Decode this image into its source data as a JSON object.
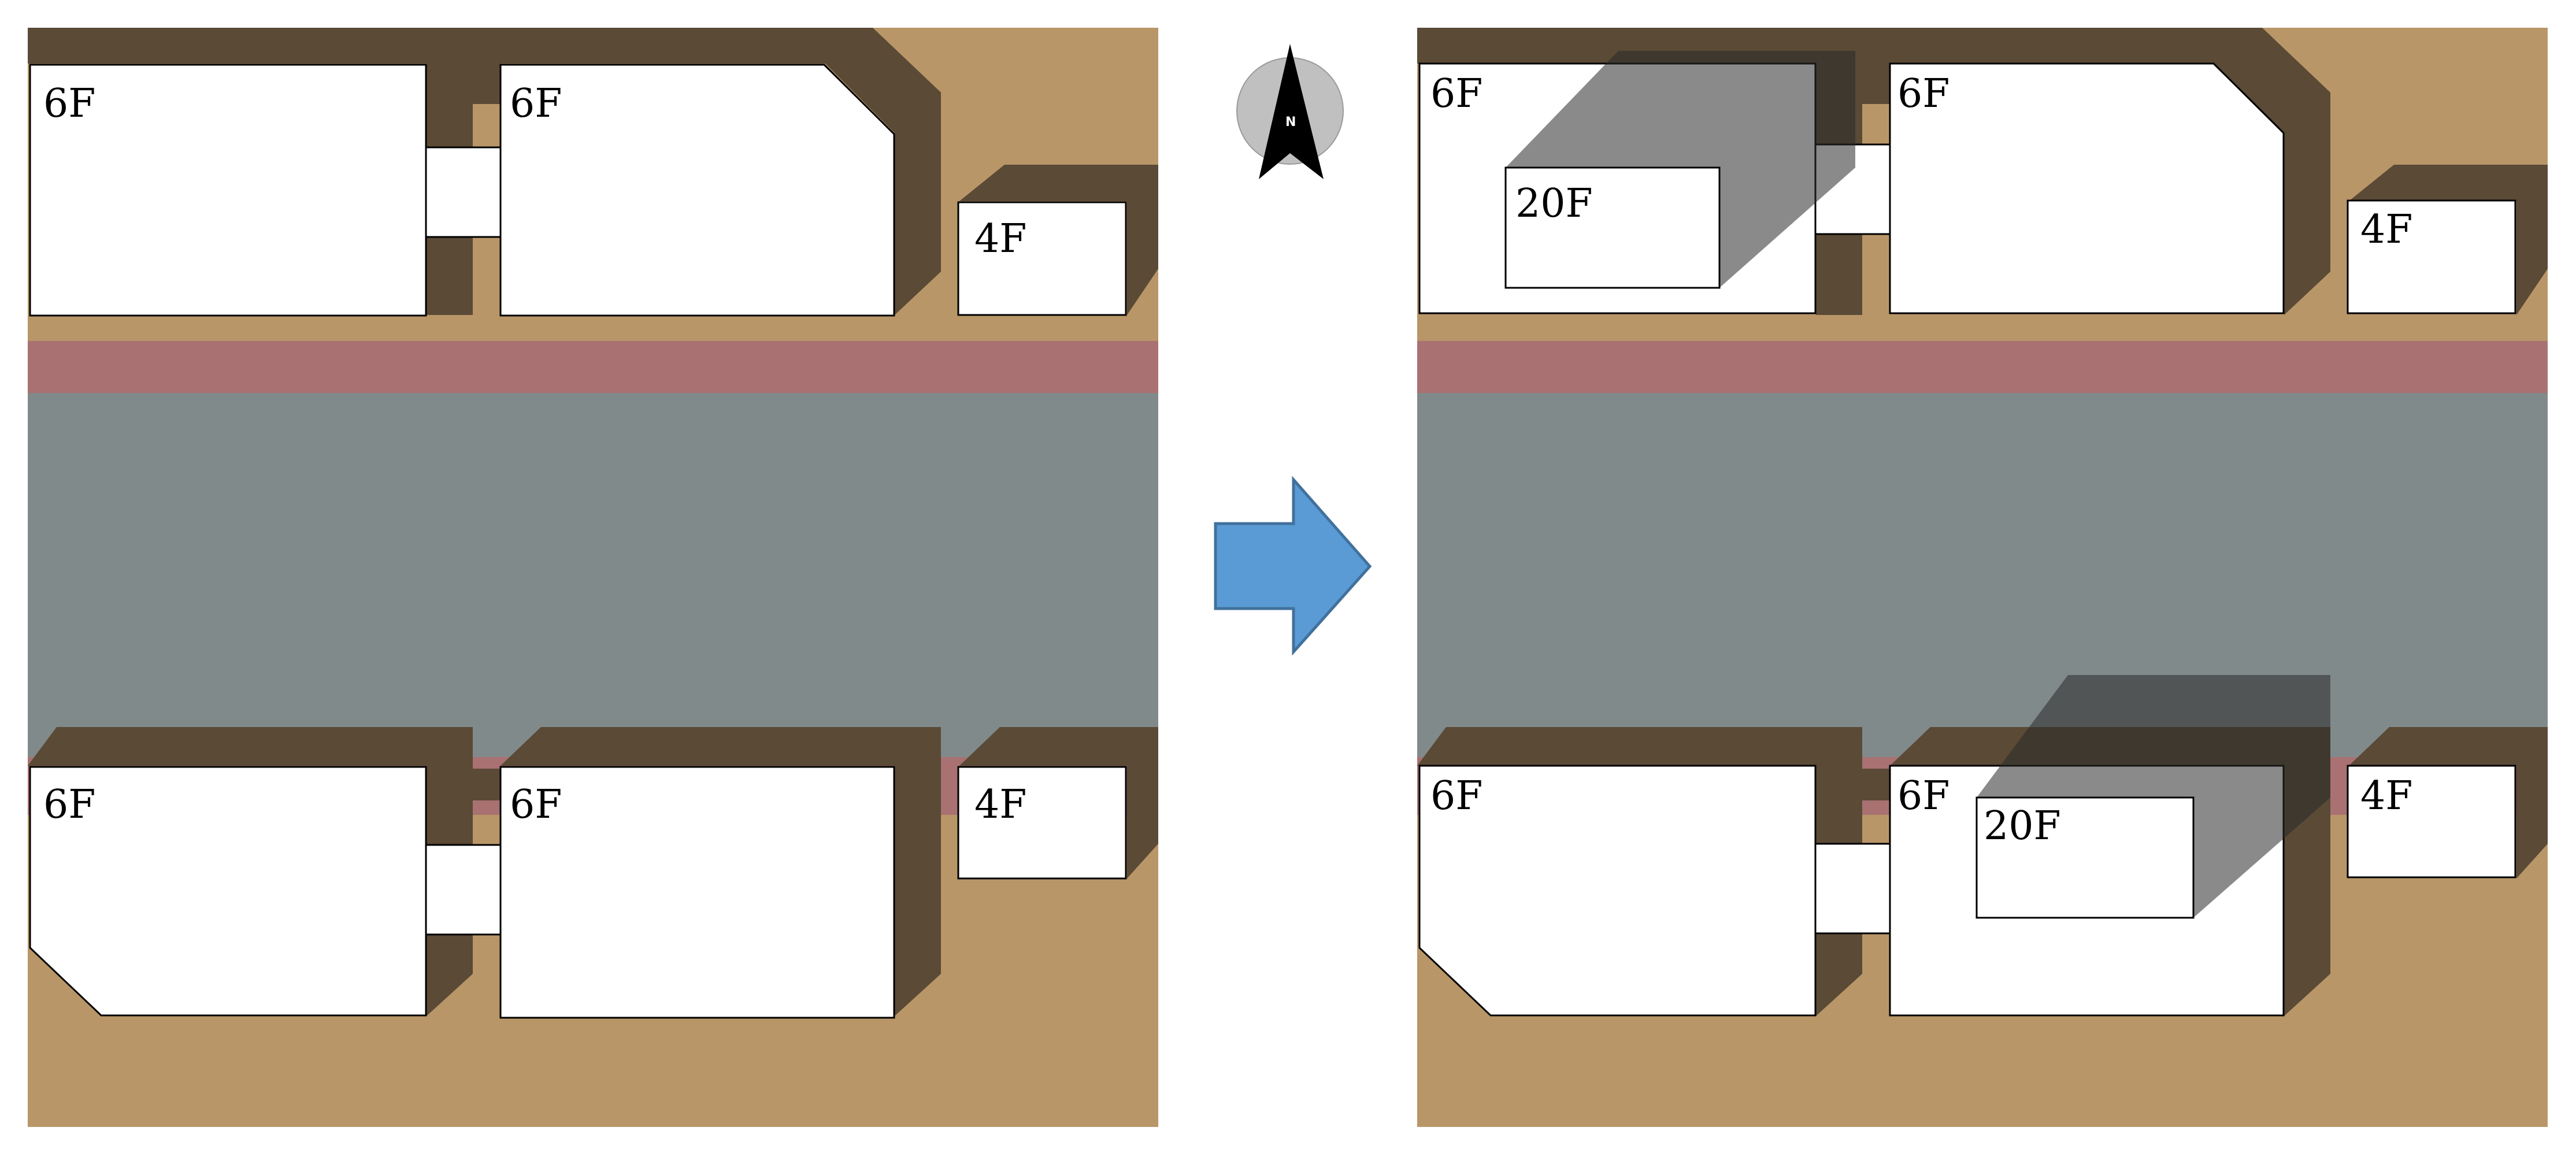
{
  "colors": {
    "ground": "#b99668",
    "road": "#818a8b",
    "sidewalk": "#a97172",
    "shadow": "#5a4a36",
    "building": "#ffffff",
    "outline": "#000000",
    "high_rise_shadow": "#2a2a2a",
    "arrow_fill": "#5a9bd5",
    "arrow_stroke": "#41719c",
    "compass_circle": "#c0c0c0",
    "north_arrow": "#000000"
  },
  "icons": {
    "compass": "north-arrow-compass",
    "transition": "right-arrow"
  },
  "compass": {
    "letter": "N"
  },
  "before_panel": {
    "buildings": [
      {
        "name": "north-west-block",
        "label": "6F"
      },
      {
        "name": "north-middle-block",
        "label": "6F"
      },
      {
        "name": "north-east-block",
        "label": "4F"
      },
      {
        "name": "south-west-block",
        "label": "6F"
      },
      {
        "name": "south-middle-block",
        "label": "6F"
      },
      {
        "name": "south-east-block",
        "label": "4F"
      }
    ]
  },
  "after_panel": {
    "buildings": [
      {
        "name": "north-west-block",
        "label": "6F"
      },
      {
        "name": "north-middle-block",
        "label": "6F"
      },
      {
        "name": "north-east-block",
        "label": "4F"
      },
      {
        "name": "south-west-block",
        "label": "6F"
      },
      {
        "name": "south-middle-block",
        "label": "6F"
      },
      {
        "name": "south-east-block",
        "label": "4F"
      }
    ],
    "towers": [
      {
        "name": "north-tower",
        "label": "20F"
      },
      {
        "name": "south-tower",
        "label": "20F"
      }
    ]
  }
}
